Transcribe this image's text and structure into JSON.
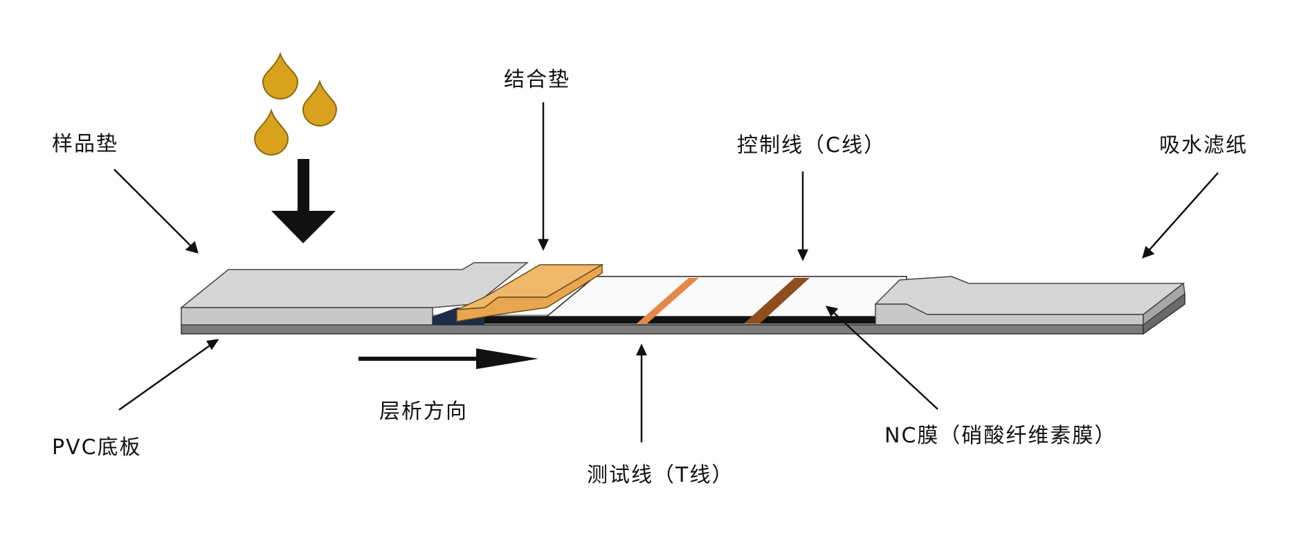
{
  "labels": {
    "sample_pad": "样品垫",
    "conjugate_pad": "结合垫",
    "control_line": "控制线（C线）",
    "absorbent_paper": "吸水滤纸",
    "pvc_backing": "PVC底板",
    "flow_direction": "层析方向",
    "test_line": "测试线（T线）",
    "nc_membrane": "NC膜（硝酸纤维素膜）"
  },
  "colors": {
    "drop": "#D8A21C",
    "conjugate_pad": "#F0B86A",
    "test_line": "#E5884A",
    "control_line": "#8E4E1E",
    "pad_gray": "#D2D2D2",
    "backing": "#8A8A8A"
  }
}
